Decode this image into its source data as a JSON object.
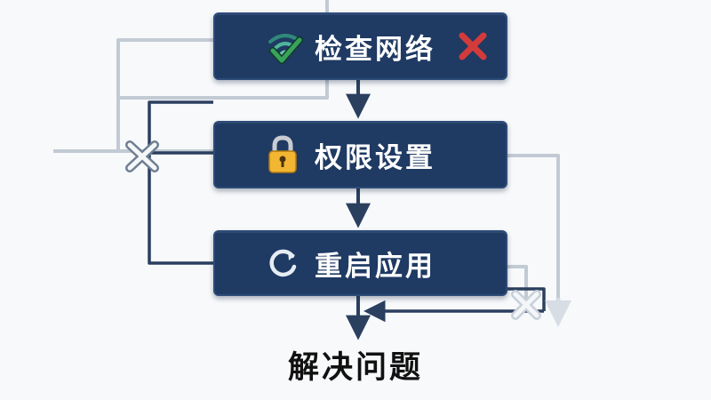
{
  "colors": {
    "node_fill": "#1f3a63",
    "connector_dark": "#2b3f5f",
    "connector_light": "#bfc7d1",
    "success_green": "#3aa35a",
    "error_red": "#d33b3b",
    "lock_gold": "#f2b632"
  },
  "flow": {
    "steps": [
      {
        "label": "检查网络",
        "icon": "wifi-check-icon",
        "status_icon": "red-x-icon"
      },
      {
        "label": "权限设置",
        "icon": "padlock-icon"
      },
      {
        "label": "重启应用",
        "icon": "refresh-icon"
      }
    ],
    "outcome": "解决问题"
  }
}
